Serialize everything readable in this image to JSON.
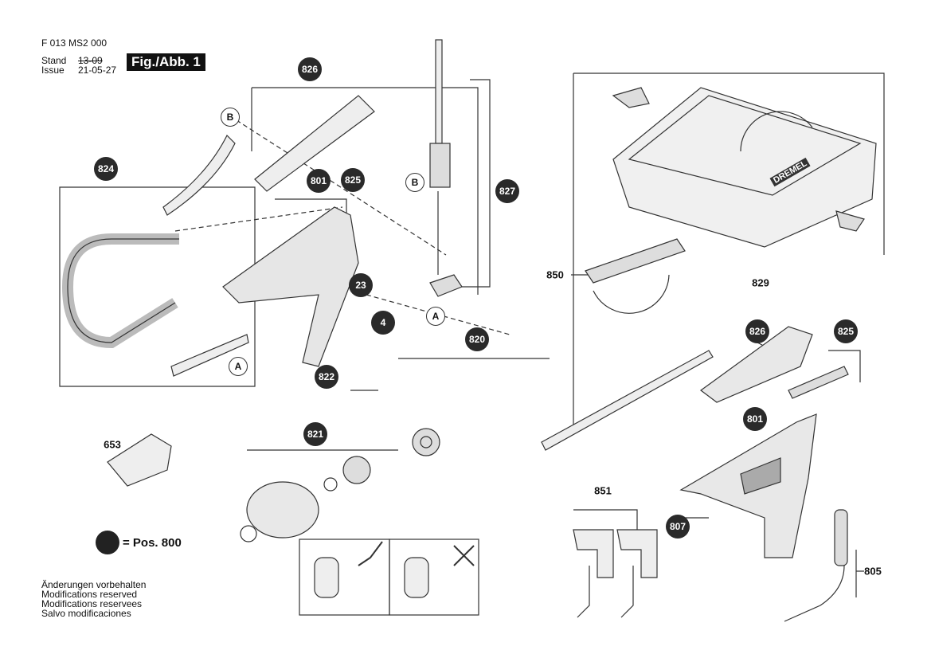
{
  "header": {
    "doc_number": "F 013 MS2 000",
    "stand_label": "Stand",
    "issue_label": "Issue",
    "stand_date": "13-09",
    "issue_date": "21-05-27",
    "figure_label": "Fig./Abb. 1"
  },
  "legend": {
    "text": "= Pos. 800"
  },
  "notes": [
    "Änderungen vorbehalten",
    "Modifications reserved",
    "Modifications reservees",
    "Salvo modificaciones"
  ],
  "parts": {
    "p826a": "826",
    "p824": "824",
    "p825a": "825",
    "p801a": "801",
    "p827": "827",
    "p23": "23",
    "p4": "4",
    "p822": "822",
    "p820": "820",
    "p821": "821",
    "p826b": "826",
    "p825b": "825",
    "p801b": "801",
    "p807": "807",
    "p653": "653",
    "p850": "850",
    "p829": "829",
    "p851": "851",
    "p805": "805"
  },
  "refs": {
    "b1": "B",
    "b2": "B",
    "a1": "A",
    "a2": "A"
  },
  "logo": "DREMEL"
}
